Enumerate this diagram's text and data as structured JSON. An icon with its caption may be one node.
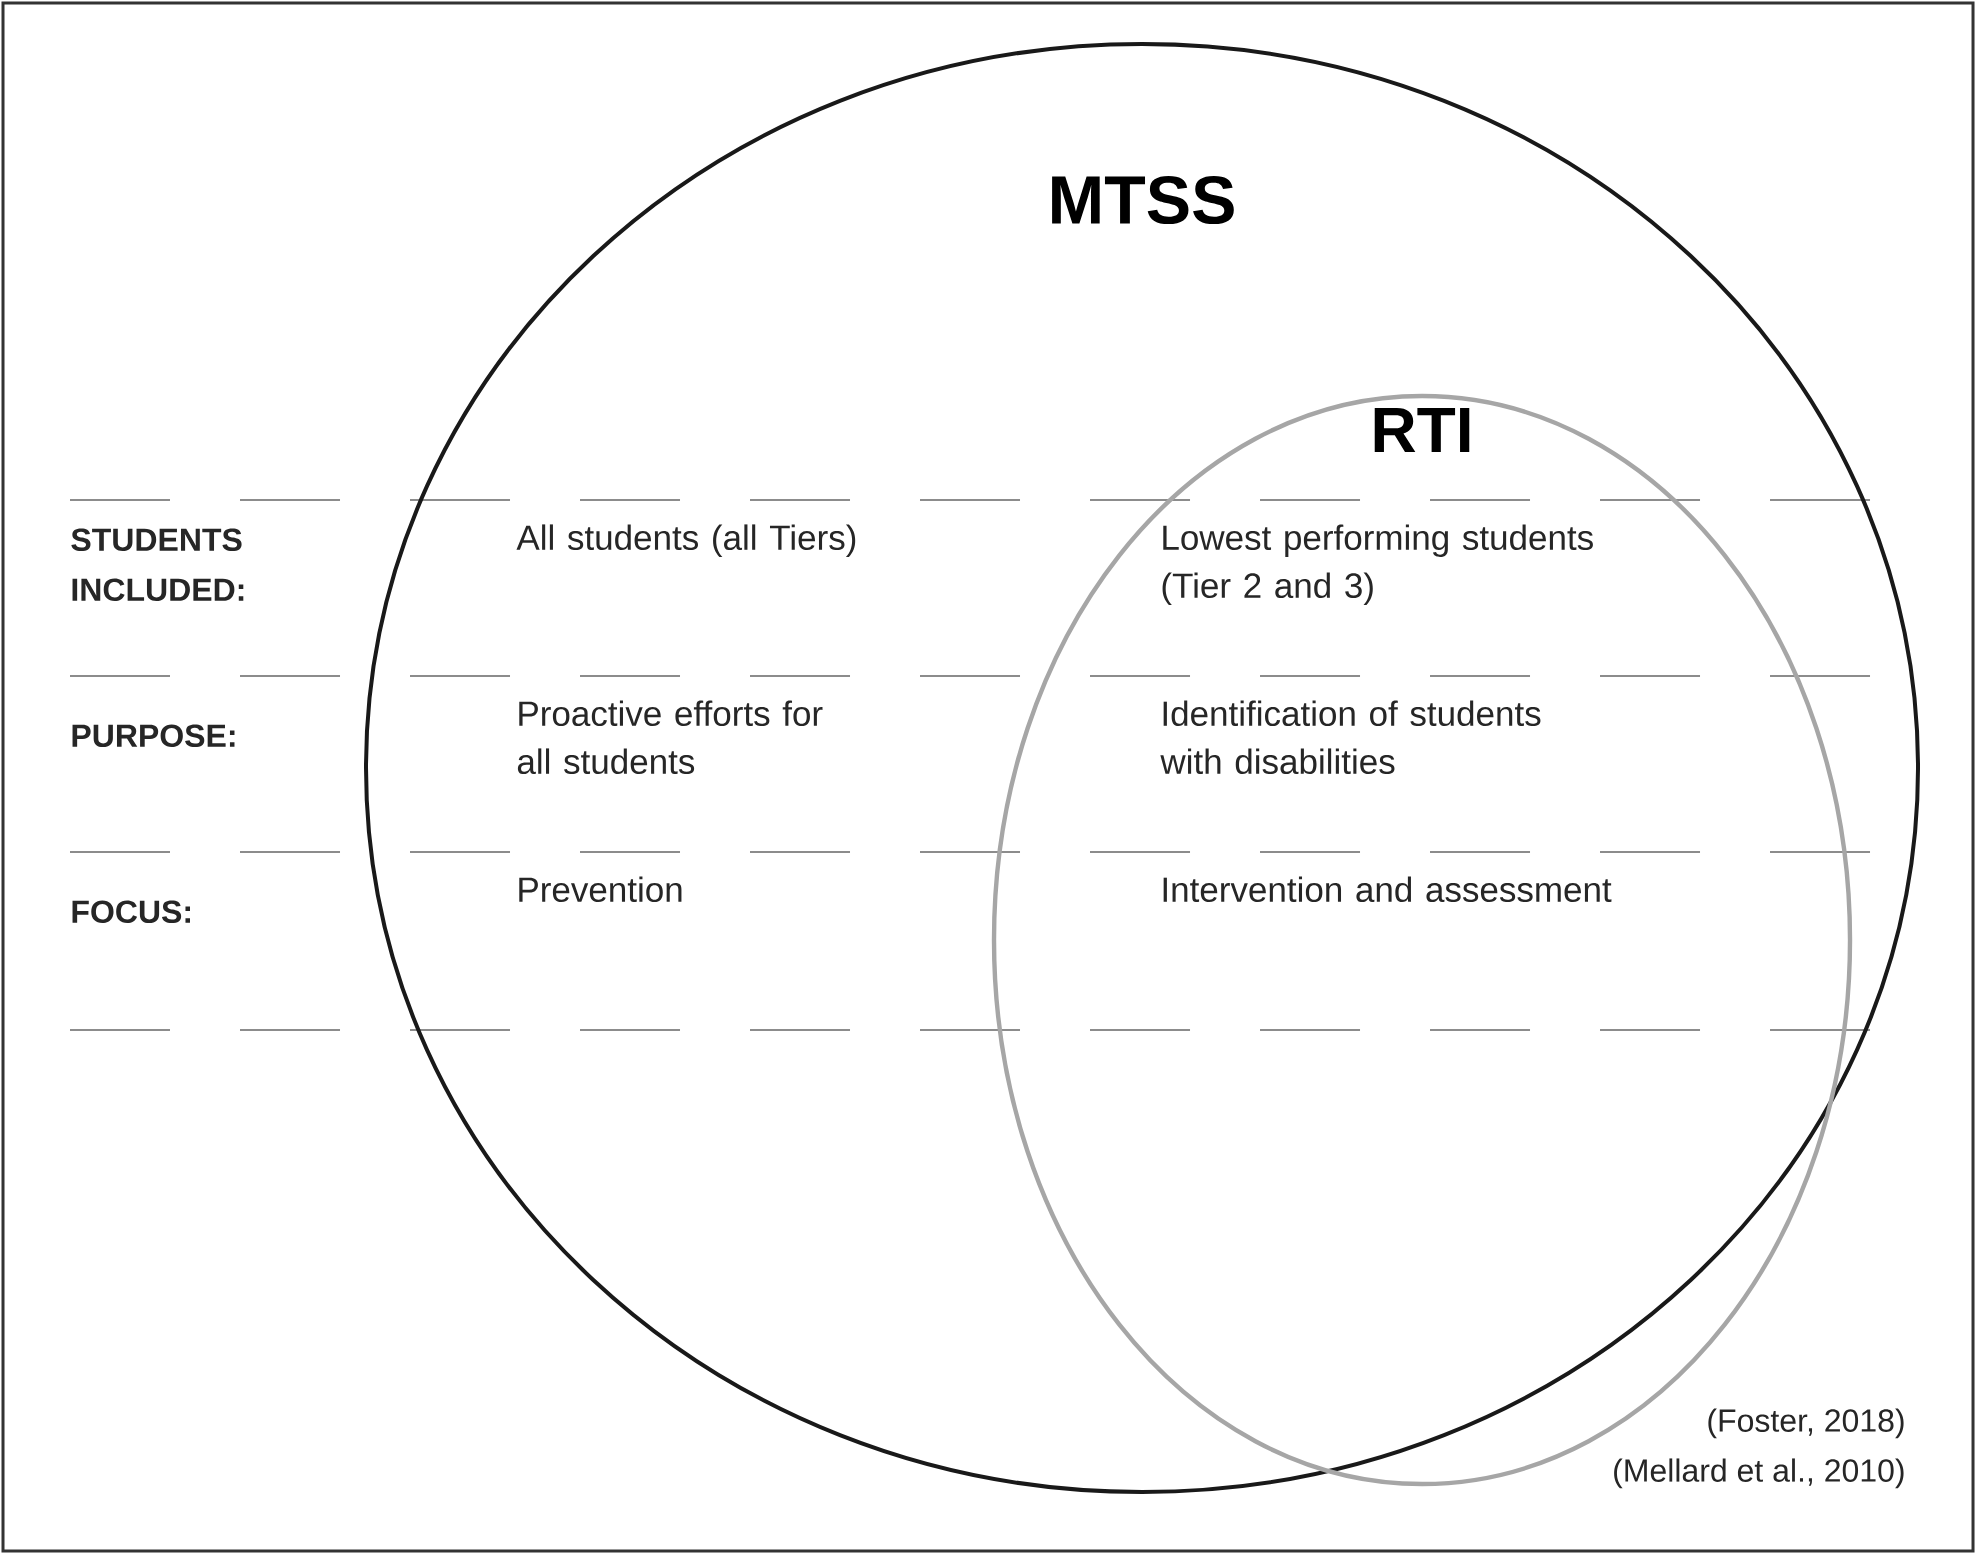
{
  "diagram": {
    "nodes": [
      {
        "text": [
          "MTSS"
        ]
      },
      {
        "text": [
          "RTI"
        ],
        "in": 0
      }
    ],
    "labels": [
      "STUDENTS INCLUDED:",
      "All students (all Tiers)",
      "Lowest performing students (Tier 2 and 3)",
      "PURPOSE:",
      "Proactive efforts for all students",
      "Identification of students with disabilities",
      "FOCUS:",
      "Prevention",
      "Intervention and assessment",
      "(Foster, 2018)",
      "(Mellard et al., 2010)"
    ]
  }
}
